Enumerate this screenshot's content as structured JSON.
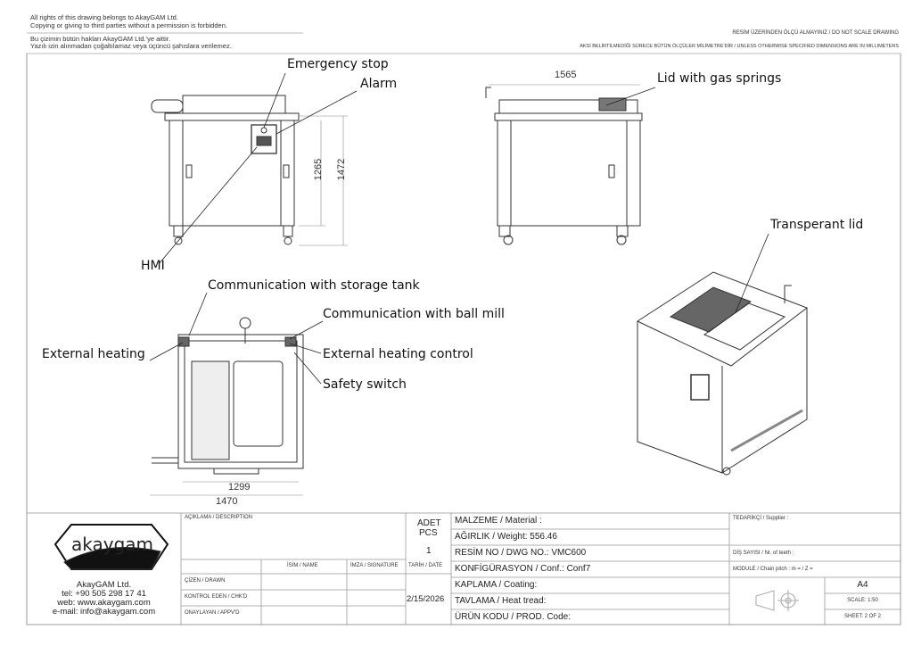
{
  "notes": {
    "rights_en_1": "All rights of this drawing belongs to AkayGAM Ltd.",
    "rights_en_2": "Copying or giving to third parties without a permission is forbidden.",
    "rights_tr_1": "Bu çizimin bütün hakları AkayGAM Ltd.'ye aittir.",
    "rights_tr_2": "Yazılı izin alınmadan çoğaltılamaz veya üçüncü şahıslara verilemez.",
    "no_scale": "RESİM ÜZERİNDEN ÖLÇÜ ALMAYINIZ / DO NOT SCALE DRAWING",
    "units": "AKSİ BELİRTİLMEDİĞİ SÜRECE BÜTÜN ÖLÇÜLER MİLİMETRE'DİR / UNLESS OTHERWISE SPECIFIED DIMENSIONS ARE IN MILLIMETERS"
  },
  "callouts": {
    "emergency_stop": "Emergency stop",
    "alarm": "Alarm",
    "hmi": "HMI",
    "lid_gas_springs": "Lid with gas springs",
    "transparent_lid": "Transperant lid",
    "comm_storage": "Communication with storage tank",
    "comm_ball_mill": "Communication with ball mill",
    "external_heating": "External heating",
    "external_heating_control": "External heating control",
    "safety_switch": "Safety switch"
  },
  "dimensions": {
    "front_height_inner": "1265",
    "front_height_outer": "1472",
    "side_width": "1565",
    "top_width_inner": "1299",
    "top_width_outer": "1470"
  },
  "title_block": {
    "logo_text": "akaygam",
    "company": "AkayGAM Ltd.",
    "tel": "tel: +90 505 298 17 41",
    "web": "web: www.akaygam.com",
    "email": "e-mail: info@akaygam.com",
    "description_label": "AÇIKLAMA / DESCRIPTION",
    "adet_label": "ADET",
    "pcs_label": "PCS",
    "qty": "1",
    "name_label": "İSİM / NAME",
    "signature_label": "İMZA / SIGNATURE",
    "date_label": "TARİH / DATE",
    "drawn_label": "ÇİZEN / DRAWN",
    "checked_label": "KONTROL EDEN / CHK'D",
    "approved_label": "ONAYLAYAN / APPV'D",
    "date": "2/15/2026",
    "material": "MALZEME / Material :",
    "weight": "AĞIRLIK / Weight: 556.46",
    "dwg_no": "RESİM NO / DWG NO.:  VMC600",
    "conf": "KONFİGÜRASYON / Conf.:  Conf7",
    "coating": "KAPLAMA / Coating:",
    "heat_tread": "TAVLAMA / Heat tread:",
    "prod_code": "ÜRÜN KODU / PROD. Code:",
    "supplier": "TEDARİKÇİ / Supplier :",
    "teeth": "DİŞ SAYISI / Nr. of teeth :",
    "module": "MODULE / Chain pitch :  m =   / Z =",
    "paper": "A4",
    "scale": "SCALE: 1:50",
    "sheet": "SHEET: 2 OF 2"
  }
}
